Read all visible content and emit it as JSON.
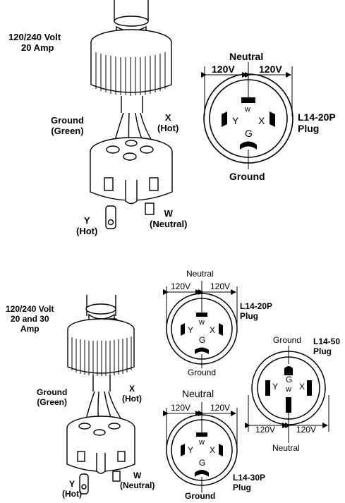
{
  "figure_top": {
    "rating": [
      "120/240 Volt",
      "20 Amp"
    ],
    "ground": [
      "Ground",
      "(Green)"
    ],
    "x": [
      "X",
      "(Hot)"
    ],
    "y": [
      "Y",
      "(Hot)"
    ],
    "w": [
      "W",
      "(Neutral)"
    ],
    "plug": {
      "neutral": "Neutral",
      "left_v": "120V",
      "right_v": "120V",
      "w": "w",
      "y": "Y",
      "x": "X",
      "g": "G",
      "ground": "Ground",
      "name": [
        "L14-20P",
        "Plug"
      ]
    }
  },
  "figure_bottom": {
    "rating": [
      "120/240 Volt",
      "20 and 30",
      "Amp"
    ],
    "ground": [
      "Ground",
      "(Green)"
    ],
    "x": [
      "X",
      "(Hot)"
    ],
    "y": [
      "Y",
      "(Hot)"
    ],
    "w": [
      "W",
      "(Neutral)"
    ],
    "plug20": {
      "neutral": "Neutral",
      "left_v": "120V",
      "right_v": "120V",
      "w": "w",
      "y": "Y",
      "x": "X",
      "g": "G",
      "ground": "Ground",
      "name": [
        "L14-20P",
        "Plug"
      ]
    },
    "plug30": {
      "neutral": "Neutral",
      "left_v": "120V",
      "right_v": "120V",
      "w": "w",
      "y": "Y",
      "x": "X",
      "g": "G",
      "ground": "Ground",
      "name": [
        "L14-30P",
        "Plug"
      ]
    },
    "plug50": {
      "ground": "Ground",
      "g": "G",
      "w": "w",
      "y": "Y",
      "x": "X",
      "left_v": "120V",
      "right_v": "120V",
      "neutral": "Neutral",
      "name": [
        "L14-50",
        "Plug"
      ]
    }
  }
}
